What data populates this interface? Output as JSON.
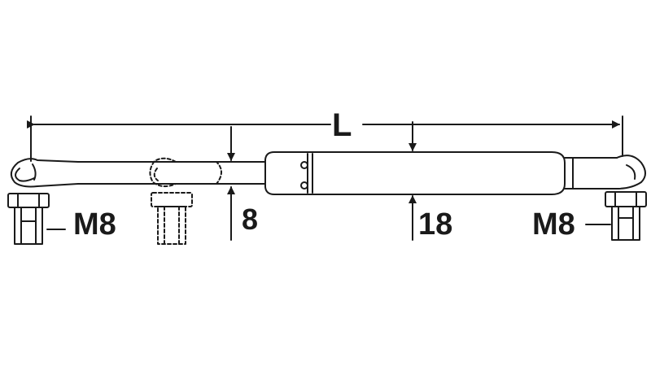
{
  "dimensions": {
    "overall_length": "L",
    "rod_diameter": "8",
    "body_diameter": "18",
    "left_thread": "M8",
    "right_thread": "M8"
  },
  "colors": {
    "line": "#1a1a1a",
    "background": "#ffffff"
  }
}
